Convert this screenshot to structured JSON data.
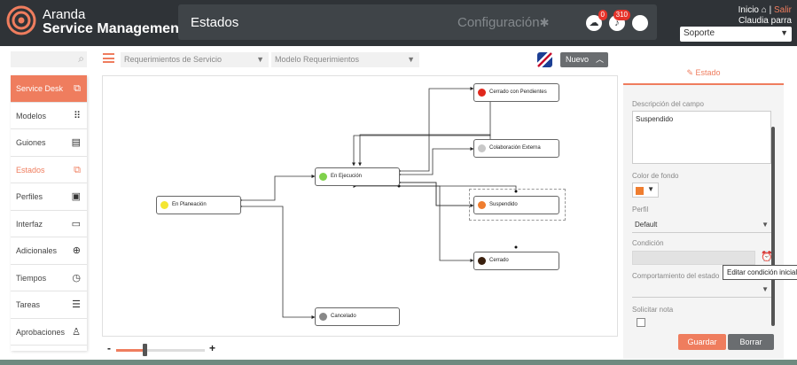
{
  "header": {
    "brand_top": "Aranda",
    "brand_bottom": "Service Management",
    "page_title": "Estados",
    "config_label": "Configuración",
    "badge_cloud": "0",
    "badge_bell": "310",
    "link_home": "Inicio",
    "link_logout": "Salir",
    "user_name": "Claudia parra",
    "role": "Soporte"
  },
  "sidebar": {
    "items": [
      {
        "label": "Service Desk",
        "icon": "copy-icon",
        "glyph": "⧉"
      },
      {
        "label": "Modelos",
        "icon": "grid-icon",
        "glyph": "⠿"
      },
      {
        "label": "Guiones",
        "icon": "document-icon",
        "glyph": "▤"
      },
      {
        "label": "Estados",
        "icon": "copy-icon",
        "glyph": "⧉"
      },
      {
        "label": "Perfiles",
        "icon": "id-card-icon",
        "glyph": "▣"
      },
      {
        "label": "Interfaz",
        "icon": "monitor-icon",
        "glyph": "▭"
      },
      {
        "label": "Adicionales",
        "icon": "plus-circle-icon",
        "glyph": "⊕"
      },
      {
        "label": "Tiempos",
        "icon": "stopwatch-icon",
        "glyph": "◷"
      },
      {
        "label": "Tareas",
        "icon": "tasks-icon",
        "glyph": "☰"
      },
      {
        "label": "Aprobaciones",
        "icon": "stamp-icon",
        "glyph": "♙"
      }
    ]
  },
  "toolbar": {
    "dropdown1": "Requerimientos de Servicio",
    "dropdown2": "Modelo Requerimientos",
    "new_button": "Nuevo"
  },
  "diagram": {
    "nodes": [
      {
        "id": "n1",
        "label": "En Planeación",
        "color": "#f4e633"
      },
      {
        "id": "n2",
        "label": "En Ejecución",
        "color": "#7fd14b"
      },
      {
        "id": "n3",
        "label": "Cerrado con Pendientes",
        "color": "#e0281c"
      },
      {
        "id": "n4",
        "label": "Colaboración Externa",
        "color": "#c8c8c8"
      },
      {
        "id": "n5",
        "label": "Suspendido",
        "color": "#ef7d2f"
      },
      {
        "id": "n6",
        "label": "Cerrado",
        "color": "#3a200e"
      },
      {
        "id": "n7",
        "label": "Cancelado",
        "color": "#888888"
      }
    ]
  },
  "zoom": {
    "minus": "-",
    "plus": "+",
    "level": 0.32
  },
  "panel": {
    "tab_label": "Estado",
    "desc_label": "Descripción del campo",
    "desc_value": "Suspendido",
    "color_label": "Color de fondo",
    "color_value": "#ef7d2f",
    "profile_label": "Perfil",
    "profile_value": "Default",
    "condition_label": "Condición",
    "behavior_label": "Comportamiento del estado",
    "note_label": "Solicitar nota",
    "tooltip": "Editar condición inicial",
    "save_label": "Guardar",
    "delete_label": "Borrar"
  }
}
